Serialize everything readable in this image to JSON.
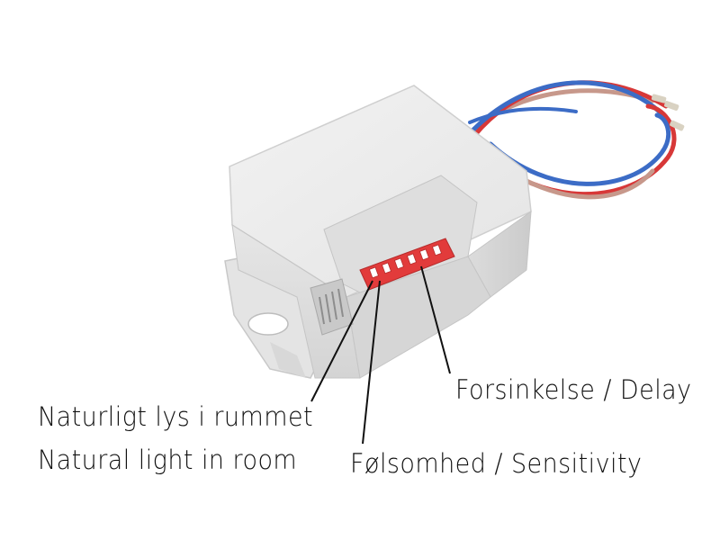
{
  "image": {
    "subject": "motion-sensor-module-with-dip-switches-and-wires",
    "background_color": "#ffffff",
    "housing_color": "#e9e9e9",
    "switch_block_color": "#e03a3a",
    "wire_colors": [
      "#d93a3a",
      "#3d6ec8",
      "#c99a8e"
    ]
  },
  "labels": {
    "delay": "Forsinkelse / Delay",
    "sensitivity": "Følsomhed / Sensitivity",
    "natural_light_da": "Naturligt lys i rummet",
    "natural_light_en": "Natural light in room"
  }
}
